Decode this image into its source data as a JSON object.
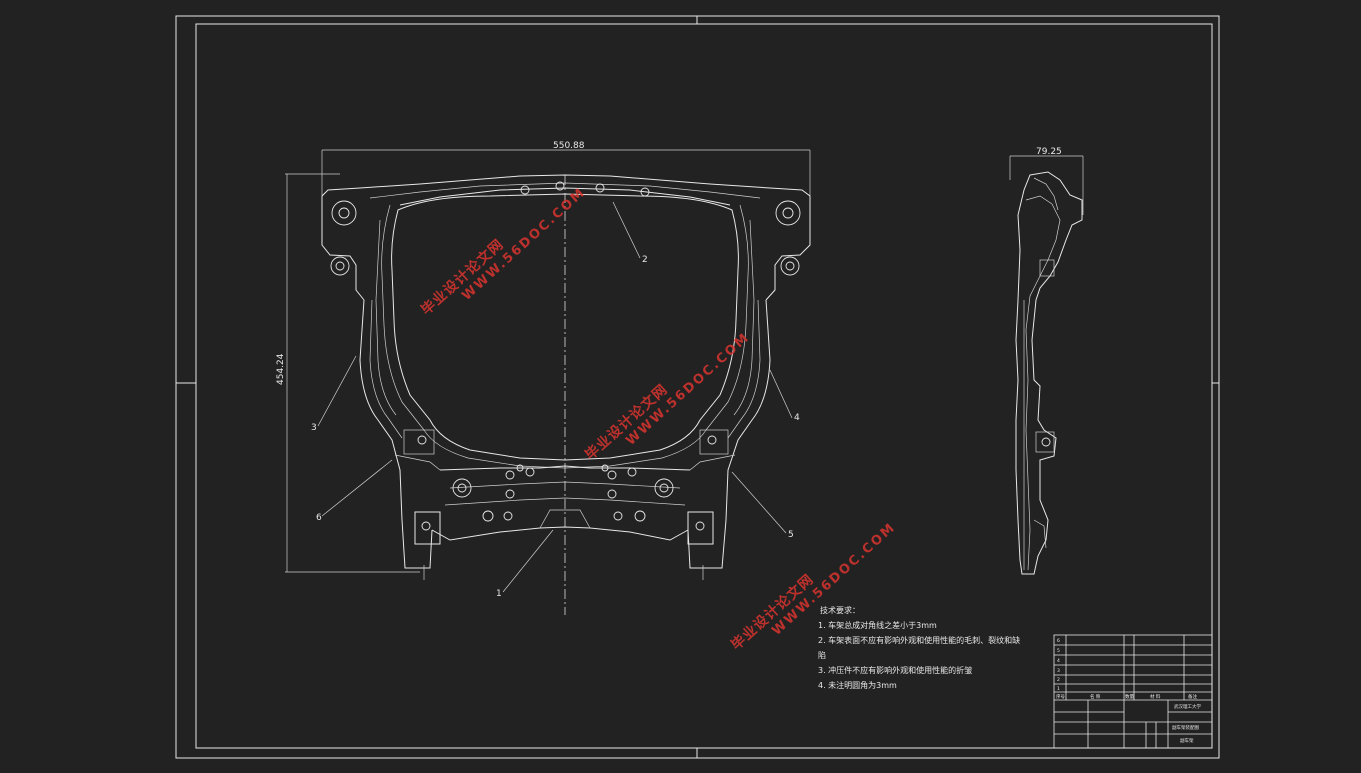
{
  "dimensions": {
    "width_top": "550.88",
    "height_left": "454.24",
    "side_width": "79.25"
  },
  "callouts": [
    "2",
    "3",
    "4",
    "6",
    "5",
    "1"
  ],
  "notes": {
    "title": "技术要求：",
    "items": [
      "1. 车架总成对角线之差小于3mm",
      "2. 车架表面不应有影响外观和使用性能的毛刺、裂纹和缺",
      "陷",
      "3. 冲压件不应有影响外观和使用性能的折皱",
      "4. 未注明圆角为3mm"
    ]
  },
  "title_block": {
    "rows": [
      "6",
      "5",
      "4",
      "3",
      "2",
      "1"
    ],
    "header_seq": "序号",
    "header_name": "名 称",
    "header_qty": "数量",
    "header_material": "材 料",
    "header_remark": "备注",
    "school": "武汉理工大学",
    "drawing_title": "副车架装配图",
    "drawing_no": "副车架"
  },
  "watermark": {
    "cn": "毕业设计论文网",
    "url": "WWW.56DOC.COM",
    "color": "#d9342f"
  }
}
